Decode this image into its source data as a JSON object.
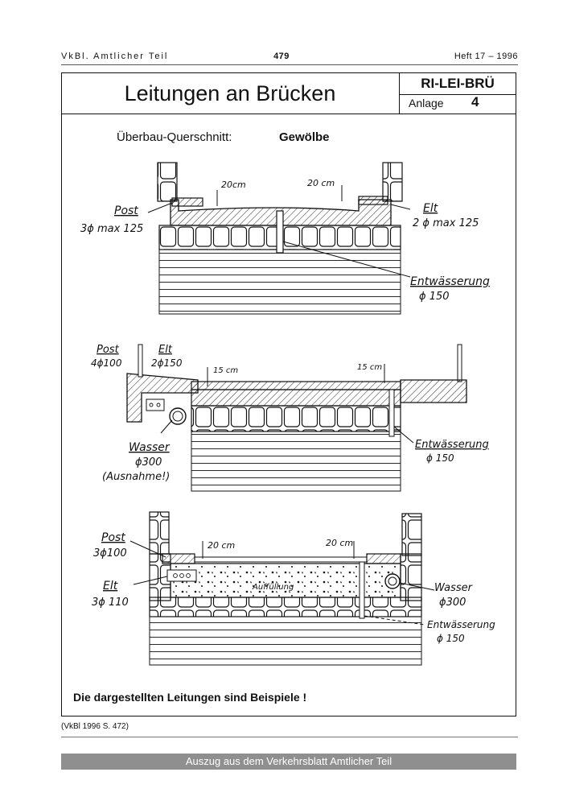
{
  "header": {
    "left": "VkBl. Amtlicher Teil",
    "page": "479",
    "right": "Heft 17 – 1996"
  },
  "title": {
    "main": "Leitungen an Brücken",
    "code": "RI-LEI-BRÜ",
    "anlage_label": "Anlage",
    "anlage_number": "4"
  },
  "section": {
    "label": "Überbau-Querschnitt:",
    "value": "Gewölbe"
  },
  "diagram1": {
    "post_label": "Post",
    "post_spec": "3ϕ max 125",
    "elt_label": "Elt",
    "elt_spec": "2 ϕ max 125",
    "dim_left": "20cm",
    "dim_right": "20 cm",
    "drain_label": "Entwässerung",
    "drain_spec": "ϕ 150"
  },
  "diagram2": {
    "post_label": "Post",
    "post_spec": "4ϕ100",
    "elt_label": "Elt",
    "elt_spec": "2ϕ150",
    "dim_left": "15 cm",
    "dim_right": "15 cm",
    "water_label": "Wasser",
    "water_spec": "ϕ300",
    "exception": "(Ausnahme!)",
    "drain_label": "Entwässerung",
    "drain_spec": "ϕ 150"
  },
  "diagram3": {
    "post_label": "Post",
    "post_spec": "3ϕ100",
    "elt_label": "Elt",
    "elt_spec": "3ϕ 110",
    "dim_left": "20 cm",
    "dim_right": "20 cm",
    "fill_label": "Auffüllung",
    "water_label": "Wasser",
    "water_spec": "ϕ300",
    "drain_label": "Entwässerung",
    "drain_spec": "ϕ 150"
  },
  "footnote": "Die dargestellten Leitungen sind Beispiele !",
  "citation": "(VkBl 1996  S. 472)",
  "banner": "Auszug aus dem Verkehrsblatt Amtlicher Teil"
}
